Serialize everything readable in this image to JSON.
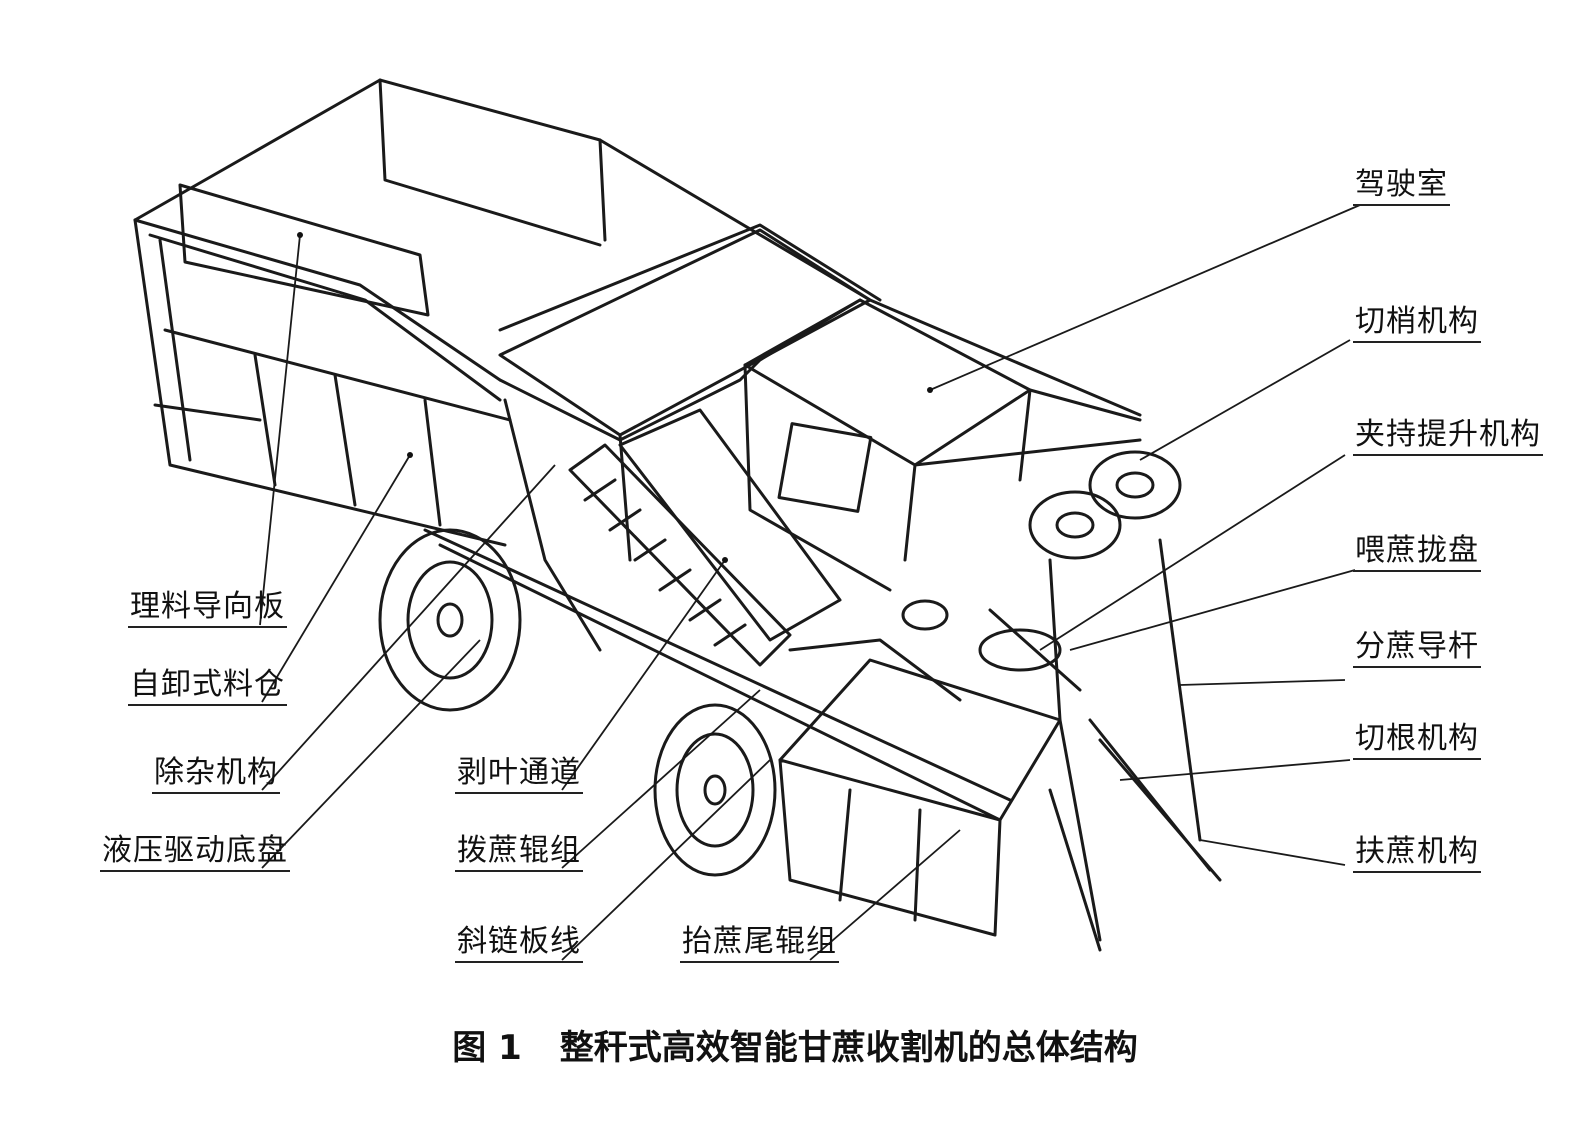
{
  "caption": {
    "figure_label": "图 1",
    "title": "整秆式高效智能甘蔗收割机的总体结构"
  },
  "labels": {
    "cab": "驾驶室",
    "top_cutter": "切梢机构",
    "clamp_lift": "夹持提升机构",
    "feed_disc": "喂蔗拢盘",
    "divider_rod": "分蔗导杆",
    "base_cutter": "切根机构",
    "support": "扶蔗机构",
    "guide_plate": "理料导向板",
    "bin": "自卸式料仓",
    "trash_removal": "除杂机构",
    "chassis": "液压驱动底盘",
    "peel_channel": "剥叶通道",
    "roller_group": "拨蔗辊组",
    "chain_conveyor": "斜链板线",
    "tail_roller": "抬蔗尾辊组"
  }
}
